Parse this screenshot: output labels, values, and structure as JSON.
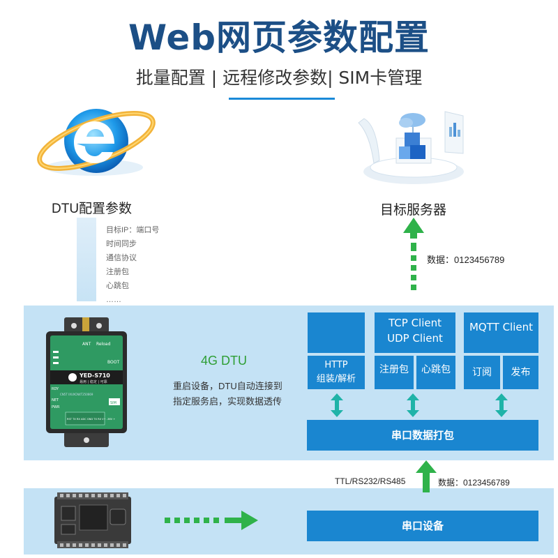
{
  "header": {
    "title": "Web网页参数配置",
    "subtitle": "批量配置 | 远程修改参数| SIM卡管理"
  },
  "left": {
    "dtu_config_label": "DTU配置参数",
    "params": [
      "目标IP：端口号",
      "时间同步",
      "通信协议",
      "注册包",
      "心跳包",
      "……"
    ]
  },
  "right": {
    "server_label": "目标服务器",
    "data_label": "数据：0123456789"
  },
  "device": {
    "ant": "ANT",
    "reload": "Reload",
    "boot": "BOOT",
    "model": "YED-S710",
    "slogan": "易用 | 稳定 | 可靠",
    "rdy": "RDY",
    "net": "NET",
    "pwr": "PWR",
    "sim": "SIM",
    "imei": "CN5T IXUXCN4T250669",
    "pins": "RST TX RX ADC GND TX RX V+ -36V +"
  },
  "middle": {
    "dtu_title": "4G DTU",
    "desc_line1": "重启设备，DTU自动连接到",
    "desc_line2": "指定服务启，实现数据透传"
  },
  "boxes": {
    "tcp_client": "TCP Client",
    "udp_client": "UDP Client",
    "mqtt_client": "MQTT Client",
    "http_line1": "HTTP",
    "http_line2": "组装/解析",
    "register": "注册包",
    "heartbeat": "心跳包",
    "subscribe": "订阅",
    "publish": "发布",
    "uart_pack": "串口数据打包",
    "uart_device": "串口设备"
  },
  "bottom": {
    "ttl_label": "TTL/RS232/RS485",
    "data_label": "数据：0123456789"
  },
  "colors": {
    "title": "#1c4f86",
    "box": "#1a86d0",
    "band": "#c4e2f5",
    "green": "#2fb24a",
    "cyan_arrow": "#1fb3a8"
  }
}
